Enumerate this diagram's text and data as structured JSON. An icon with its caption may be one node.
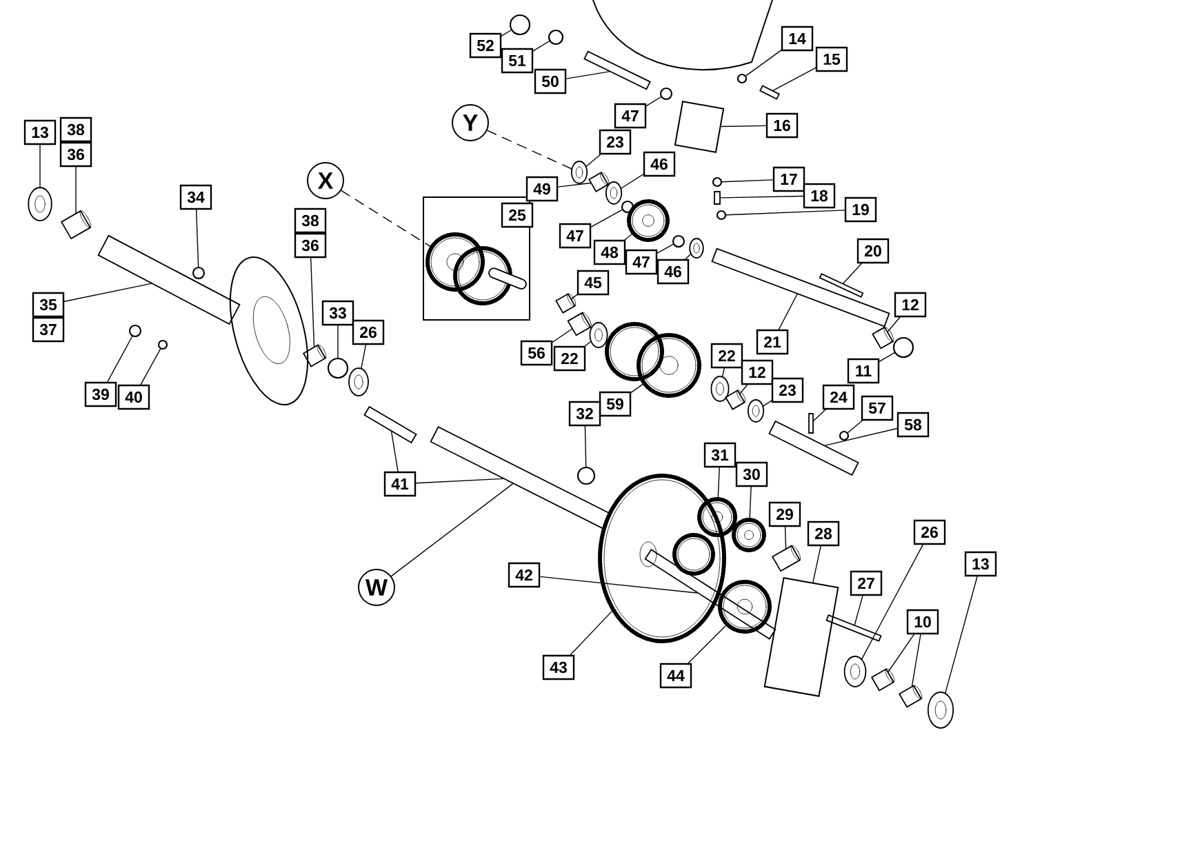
{
  "diagram": {
    "nodes": [
      {
        "text": [
          "13"
        ]
      },
      {
        "text": [
          "38"
        ]
      },
      {
        "text": [
          "36"
        ]
      },
      {
        "text": [
          "34"
        ]
      },
      {
        "text": [
          "35"
        ]
      },
      {
        "text": [
          "37"
        ]
      },
      {
        "text": [
          "X"
        ]
      },
      {
        "text": [
          "38"
        ]
      },
      {
        "text": [
          "36"
        ]
      },
      {
        "text": [
          "33"
        ]
      },
      {
        "text": [
          "26"
        ]
      },
      {
        "text": [
          "39"
        ]
      },
      {
        "text": [
          "40"
        ]
      },
      {
        "text": [
          "52"
        ]
      },
      {
        "text": [
          "51"
        ]
      },
      {
        "text": [
          "50"
        ]
      },
      {
        "text": [
          "14"
        ]
      },
      {
        "text": [
          "15"
        ]
      },
      {
        "text": [
          "Y"
        ]
      },
      {
        "text": [
          "47"
        ]
      },
      {
        "text": [
          "16"
        ]
      },
      {
        "text": [
          "23"
        ]
      },
      {
        "text": [
          "46"
        ]
      },
      {
        "text": [
          "49"
        ]
      },
      {
        "text": [
          "25"
        ]
      },
      {
        "text": [
          "17"
        ]
      },
      {
        "text": [
          "18"
        ]
      },
      {
        "text": [
          "19"
        ]
      },
      {
        "text": [
          "47"
        ]
      },
      {
        "text": [
          "48"
        ]
      },
      {
        "text": [
          "47"
        ]
      },
      {
        "text": [
          "46"
        ]
      },
      {
        "text": [
          "20"
        ]
      },
      {
        "text": [
          "12"
        ]
      },
      {
        "text": [
          "45"
        ]
      },
      {
        "text": [
          "21"
        ]
      },
      {
        "text": [
          "56"
        ]
      },
      {
        "text": [
          "22"
        ]
      },
      {
        "text": [
          "22"
        ]
      },
      {
        "text": [
          "12"
        ]
      },
      {
        "text": [
          "23"
        ]
      },
      {
        "text": [
          "11"
        ]
      },
      {
        "text": [
          "24"
        ]
      },
      {
        "text": [
          "57"
        ]
      },
      {
        "text": [
          "59"
        ]
      },
      {
        "text": [
          "32"
        ]
      },
      {
        "text": [
          "58"
        ]
      },
      {
        "text": [
          "41"
        ]
      },
      {
        "text": [
          "31"
        ]
      },
      {
        "text": [
          "30"
        ]
      },
      {
        "text": [
          "29"
        ]
      },
      {
        "text": [
          "28"
        ]
      },
      {
        "text": [
          "42"
        ]
      },
      {
        "text": [
          "W"
        ]
      },
      {
        "text": [
          "26"
        ]
      },
      {
        "text": [
          "13"
        ]
      },
      {
        "text": [
          "27"
        ]
      },
      {
        "text": [
          "10"
        ]
      },
      {
        "text": [
          "43"
        ]
      },
      {
        "text": [
          "44"
        ]
      },
      {
        "text": [],
        "shape": "circle"
      },
      {
        "text": [],
        "shape": "cylinder"
      },
      {
        "text": [],
        "shape": "circle"
      },
      {
        "text": [],
        "shape": "bar"
      },
      {
        "text": [],
        "shape": "cylinder"
      },
      {
        "text": [],
        "shape": "circle"
      },
      {
        "text": [],
        "shape": "circle"
      },
      {
        "text": [],
        "shape": "circle"
      },
      {
        "text": [],
        "shape": "circle"
      },
      {
        "text": [],
        "shape": "circle"
      },
      {
        "text": [],
        "shape": "circle"
      },
      {
        "text": [],
        "shape": "bar"
      },
      {
        "text": [],
        "shape": "circle"
      },
      {
        "text": [],
        "shape": "bar"
      },
      {
        "text": [],
        "shape": "circle"
      },
      {
        "text": [],
        "shape": "circle"
      },
      {
        "text": [],
        "shape": "box"
      },
      {
        "text": [],
        "shape": "circle"
      },
      {
        "text": [],
        "shape": "cylinder"
      },
      {
        "text": [],
        "shape": "circle"
      },
      {
        "text": [],
        "shape": "bar"
      },
      {
        "text": [],
        "shape": "circle"
      },
      {
        "text": [],
        "shape": "circle"
      },
      {
        "text": [],
        "shape": "circle"
      },
      {
        "text": [],
        "shape": "circle"
      },
      {
        "text": [],
        "shape": "circle"
      },
      {
        "text": [],
        "shape": "bar"
      },
      {
        "text": [],
        "shape": "cylinder"
      },
      {
        "text": [],
        "shape": "cylinder"
      },
      {
        "text": [],
        "shape": "bar"
      },
      {
        "text": [],
        "shape": "cylinder"
      },
      {
        "text": [],
        "shape": "circle"
      },
      {
        "text": [],
        "shape": "circle"
      },
      {
        "text": [],
        "shape": "cylinder"
      },
      {
        "text": [],
        "shape": "circle"
      },
      {
        "text": [],
        "shape": "circle"
      },
      {
        "text": [],
        "shape": "bar"
      },
      {
        "text": [],
        "shape": "circle"
      },
      {
        "text": [],
        "shape": "circle"
      },
      {
        "text": [],
        "shape": "circle"
      },
      {
        "text": [],
        "shape": "bar"
      },
      {
        "text": [],
        "shape": "bar"
      },
      {
        "text": [],
        "shape": "bar"
      },
      {
        "text": [],
        "shape": "circle"
      },
      {
        "text": [],
        "shape": "circle"
      },
      {
        "text": [],
        "shape": "cylinder"
      },
      {
        "text": [],
        "shape": "box"
      },
      {
        "text": [],
        "shape": "bar"
      },
      {
        "text": [],
        "shape": "circle"
      },
      {
        "text": [],
        "shape": "circle"
      },
      {
        "text": [],
        "shape": "bar"
      },
      {
        "text": [],
        "shape": "cylinder"
      },
      {
        "text": [],
        "shape": "cylinder"
      },
      {
        "text": [],
        "shape": "circle"
      },
      {
        "text": [],
        "shape": "circle"
      },
      {
        "text": [],
        "shape": "circle"
      }
    ],
    "edges": [
      {
        "from": 0,
        "to": 60,
        "arrow": "none"
      },
      {
        "from": 2,
        "to": 61,
        "arrow": "none"
      },
      {
        "from": 3,
        "to": 62,
        "arrow": "none"
      },
      {
        "from": 4,
        "to": 63,
        "arrow": "none"
      },
      {
        "from": 6,
        "to": 115,
        "arrow": "none",
        "style": "dashed"
      },
      {
        "from": 8,
        "to": 64,
        "arrow": "none"
      },
      {
        "from": 9,
        "to": 65,
        "arrow": "none"
      },
      {
        "from": 10,
        "to": 66,
        "arrow": "none"
      },
      {
        "from": 11,
        "to": 67,
        "arrow": "none"
      },
      {
        "from": 12,
        "to": 68,
        "arrow": "none"
      },
      {
        "from": 13,
        "to": 69,
        "arrow": "none"
      },
      {
        "from": 14,
        "to": 70,
        "arrow": "none"
      },
      {
        "from": 15,
        "to": 71,
        "arrow": "none"
      },
      {
        "from": 16,
        "to": 72,
        "arrow": "none"
      },
      {
        "from": 17,
        "to": 73,
        "arrow": "none"
      },
      {
        "from": 18,
        "to": 74,
        "arrow": "none",
        "style": "dashed"
      },
      {
        "from": 19,
        "to": 75,
        "arrow": "none"
      },
      {
        "from": 20,
        "to": 76,
        "arrow": "none"
      },
      {
        "from": 21,
        "to": 74,
        "arrow": "none"
      },
      {
        "from": 22,
        "to": 77,
        "arrow": "none"
      },
      {
        "from": 23,
        "to": 78,
        "arrow": "none"
      },
      {
        "from": 25,
        "to": 79,
        "arrow": "none"
      },
      {
        "from": 26,
        "to": 80,
        "arrow": "none"
      },
      {
        "from": 27,
        "to": 81,
        "arrow": "none"
      },
      {
        "from": 28,
        "to": 82,
        "arrow": "none"
      },
      {
        "from": 29,
        "to": 83,
        "arrow": "none"
      },
      {
        "from": 30,
        "to": 84,
        "arrow": "none"
      },
      {
        "from": 31,
        "to": 85,
        "arrow": "none"
      },
      {
        "from": 32,
        "to": 86,
        "arrow": "none"
      },
      {
        "from": 33,
        "to": 87,
        "arrow": "none"
      },
      {
        "from": 34,
        "to": 88,
        "arrow": "none"
      },
      {
        "from": 35,
        "to": 89,
        "arrow": "none"
      },
      {
        "from": 36,
        "to": 90,
        "arrow": "none"
      },
      {
        "from": 37,
        "to": 91,
        "arrow": "none"
      },
      {
        "from": 38,
        "to": 92,
        "arrow": "none"
      },
      {
        "from": 39,
        "to": 93,
        "arrow": "none"
      },
      {
        "from": 40,
        "to": 94,
        "arrow": "none"
      },
      {
        "from": 41,
        "to": 95,
        "arrow": "none"
      },
      {
        "from": 42,
        "to": 96,
        "arrow": "none"
      },
      {
        "from": 43,
        "to": 97,
        "arrow": "none"
      },
      {
        "from": 44,
        "to": 98,
        "arrow": "none"
      },
      {
        "from": 45,
        "to": 99,
        "arrow": "none"
      },
      {
        "from": 46,
        "to": 100,
        "arrow": "none"
      },
      {
        "from": 47,
        "to": 101,
        "arrow": "none"
      },
      {
        "from": 47,
        "to": 102,
        "arrow": "none"
      },
      {
        "from": 48,
        "to": 103,
        "arrow": "none"
      },
      {
        "from": 49,
        "to": 104,
        "arrow": "none"
      },
      {
        "from": 50,
        "to": 105,
        "arrow": "none"
      },
      {
        "from": 51,
        "to": 106,
        "arrow": "none"
      },
      {
        "from": 52,
        "to": 107,
        "arrow": "none"
      },
      {
        "from": 53,
        "to": 102,
        "arrow": "none"
      },
      {
        "from": 54,
        "to": 108,
        "arrow": "none"
      },
      {
        "from": 55,
        "to": 109,
        "arrow": "none"
      },
      {
        "from": 56,
        "to": 110,
        "arrow": "none"
      },
      {
        "from": 57,
        "to": 111,
        "arrow": "none"
      },
      {
        "from": 57,
        "to": 112,
        "arrow": "none"
      },
      {
        "from": 58,
        "to": 113,
        "arrow": "none"
      },
      {
        "from": 59,
        "to": 114,
        "arrow": "none"
      }
    ]
  }
}
